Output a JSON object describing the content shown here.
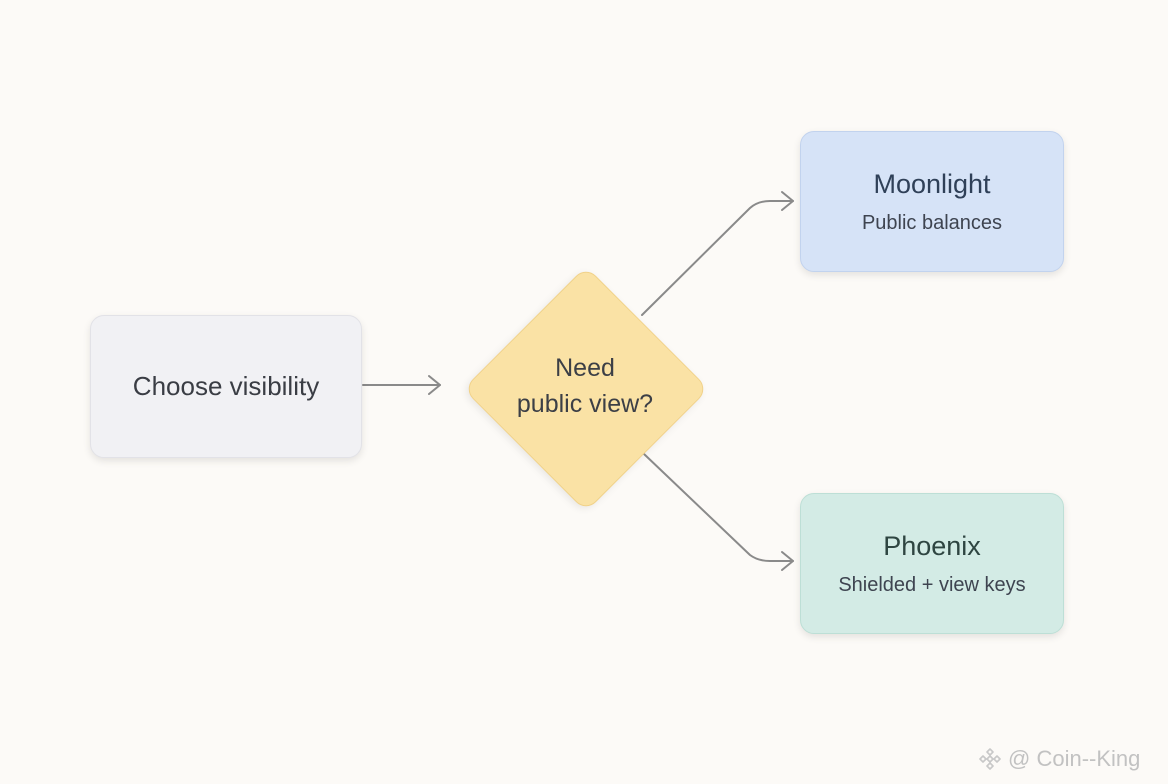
{
  "start_node": {
    "label": "Choose visibility"
  },
  "decision_node": {
    "line1": "Need",
    "line2": "public view?"
  },
  "moonlight_node": {
    "title": "Moonlight",
    "subtitle": "Public balances"
  },
  "phoenix_node": {
    "title": "Phoenix",
    "subtitle": "Shielded + view keys"
  },
  "watermark": {
    "text": "@ Coin--King"
  },
  "colors": {
    "background": "#fcfaf7",
    "start_fill": "#f1f1f4",
    "decision_fill": "#fae2a5",
    "moonlight_fill": "#d6e3f7",
    "phoenix_fill": "#d3ebe5",
    "arrow": "#8a8a8a"
  }
}
